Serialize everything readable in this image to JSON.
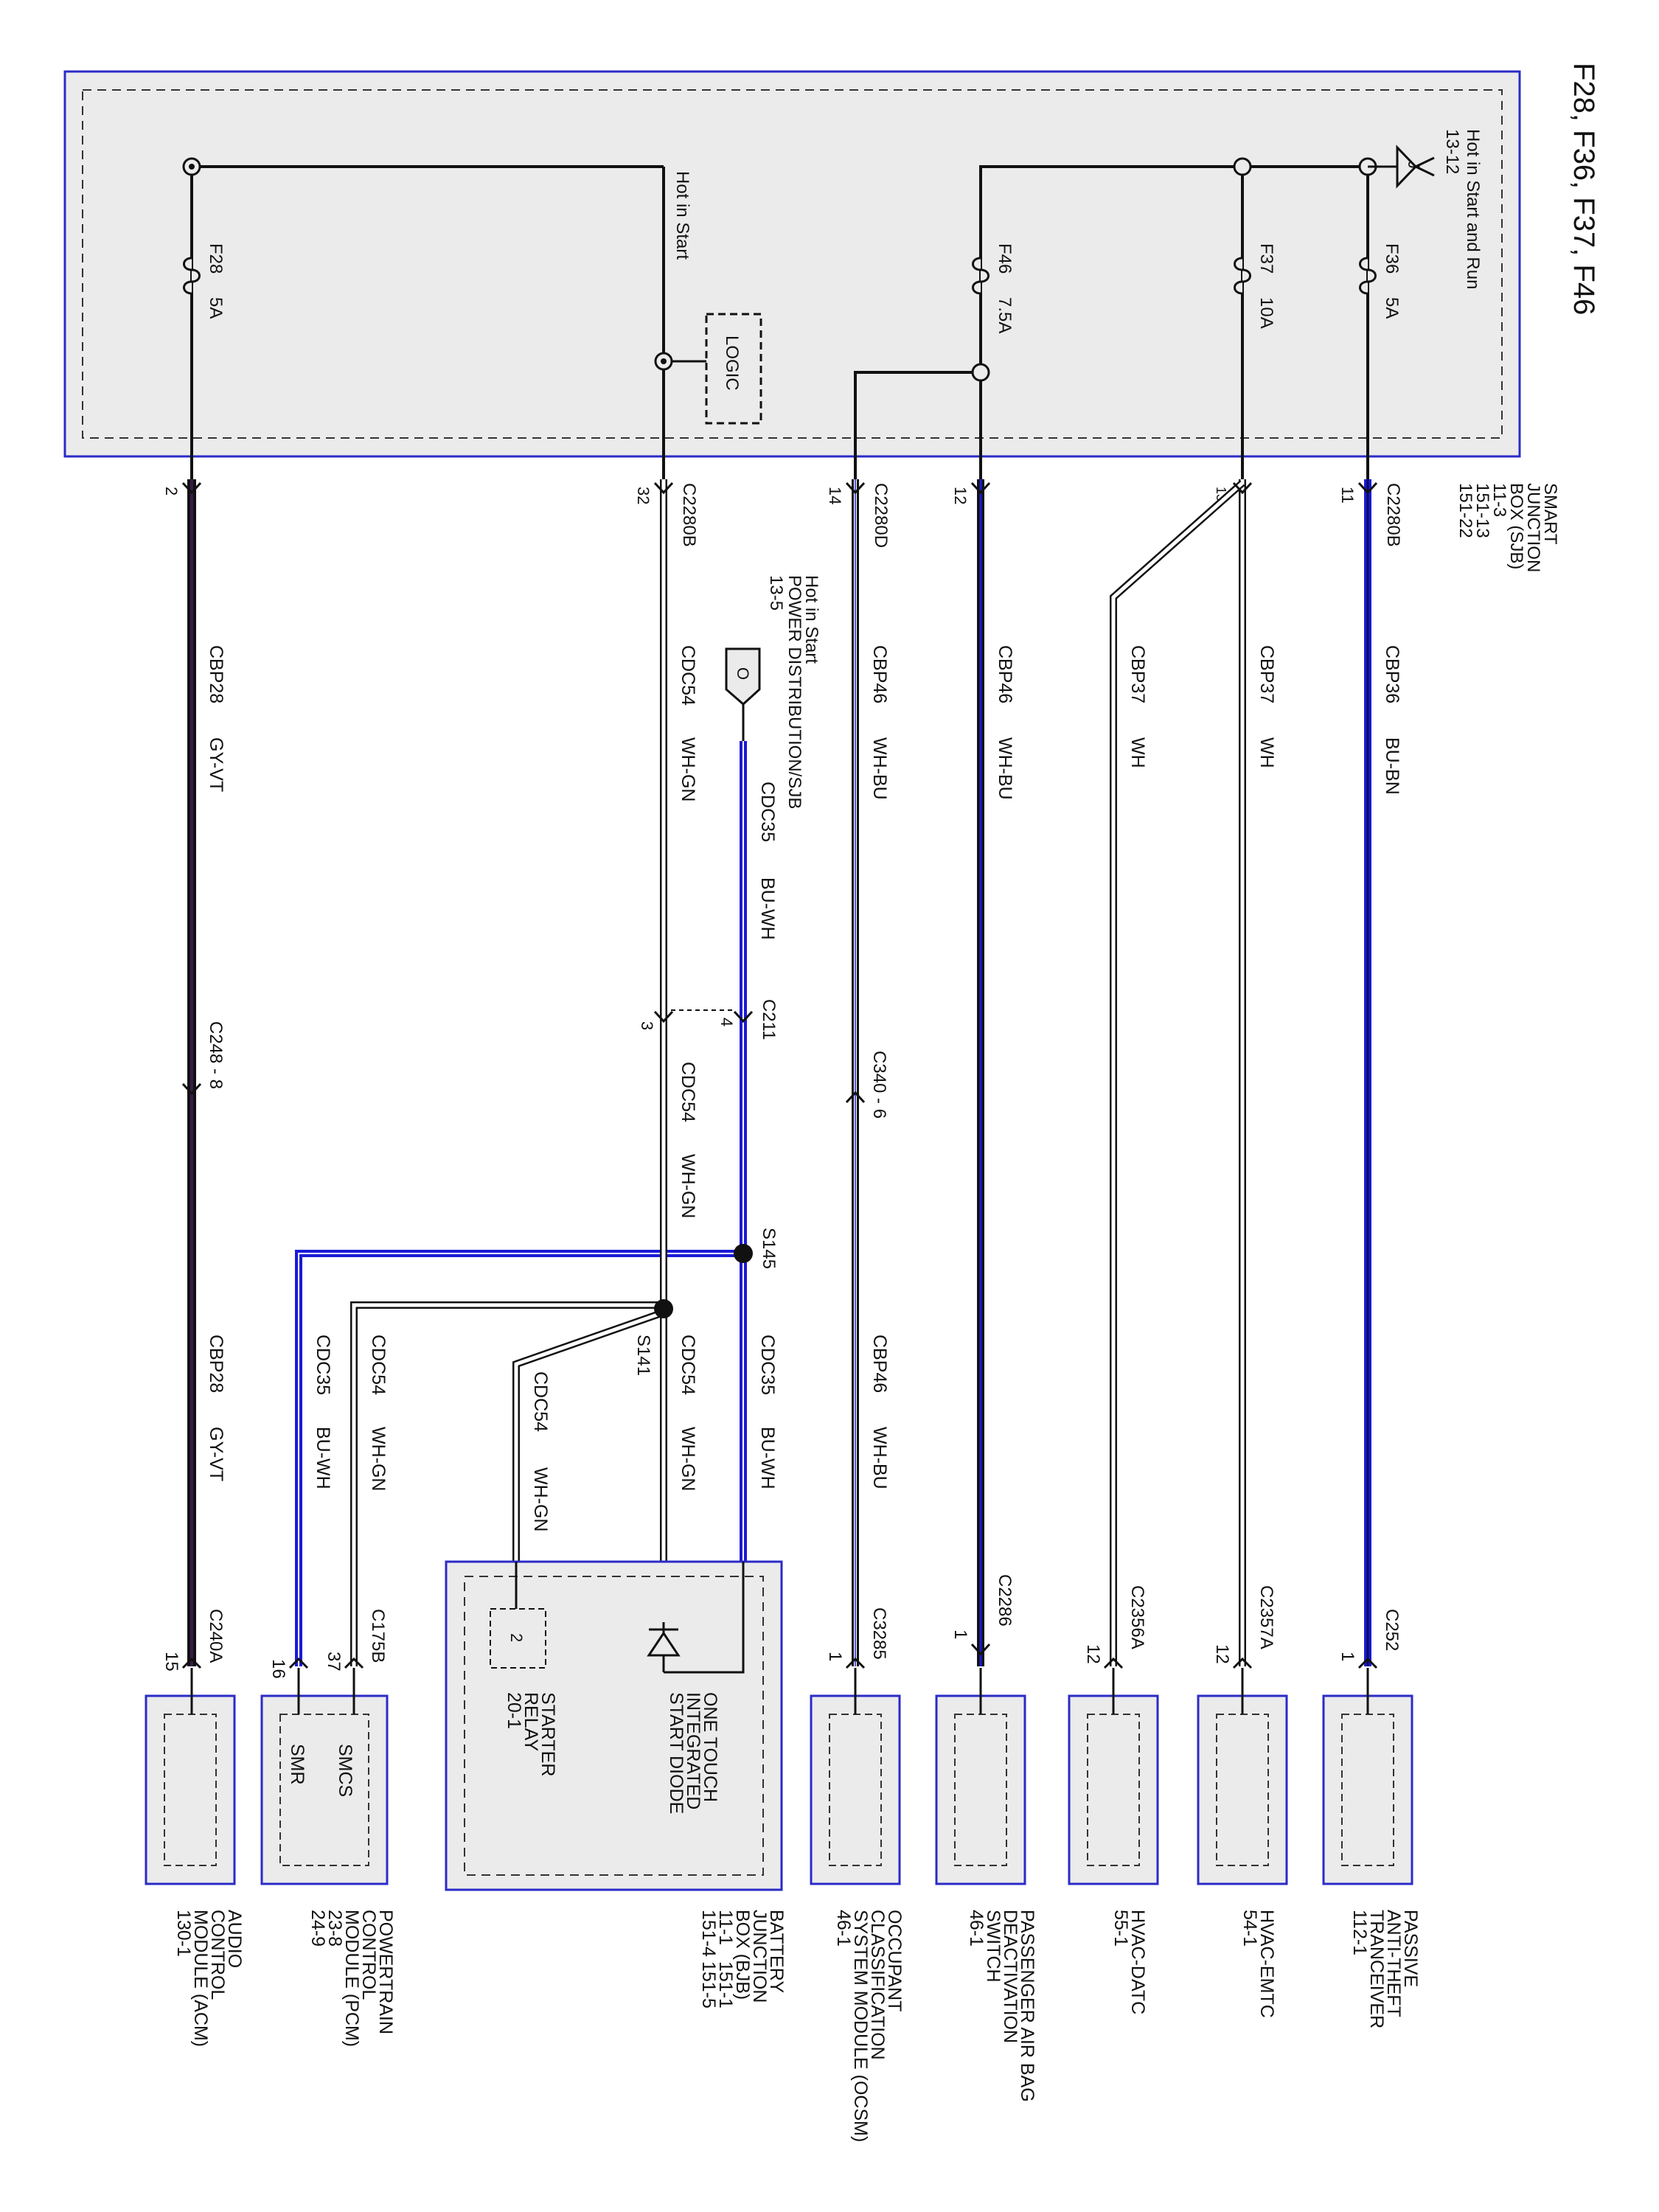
{
  "title": "F28, F36, F37, F46",
  "colors": {
    "sjb_fill": "#ebebeb",
    "sjb_border": "#2b2bc8",
    "blue_wire": "#1a1ad6",
    "black_wire": "#111111",
    "purple_tint": "#3a1a4a",
    "module_fill": "#ebebeb"
  },
  "sjb": {
    "name_lines": [
      "SMART",
      "JUNCTION",
      "BOX (SJB)",
      "11-3",
      "151-13",
      "151-22"
    ],
    "hot_start_run": "Hot in Start and Run",
    "hot_start_run_ref": "13-12",
    "hot_start_run_symbol": "J",
    "hot_in_start": "Hot in Start",
    "logic": "LOGIC"
  },
  "fuses": [
    {
      "id": "F36",
      "rating": "5A"
    },
    {
      "id": "F37",
      "rating": "10A"
    },
    {
      "id": "F46",
      "rating": "7.5A"
    },
    {
      "id": "F28",
      "rating": "5A"
    }
  ],
  "connectors": {
    "c2280b_top": "C2280B",
    "c2280d": "C2280D",
    "c2280b_bottom": "C2280B",
    "c211": "C211",
    "c340": "C340 - 6",
    "c248": "C248 - 8",
    "c252": "C252",
    "c2357a": "C2357A",
    "c2356a": "C2356A",
    "c2286": "C2286",
    "c3285": "C3285",
    "c175b": "C175B",
    "c240a": "C240A"
  },
  "pins": {
    "p11": "11",
    "p13": "13",
    "p12": "12",
    "p14": "14",
    "p32": "32",
    "p2": "2",
    "p4": "4",
    "p3": "3",
    "c252_pin": "1",
    "c2357a_pin": "12",
    "c2356a_pin": "12",
    "c2286_pin": "1",
    "c3285_pin": "1",
    "c175b_pin37": "37",
    "c175b_pin16": "16",
    "c240a_pin": "15",
    "relay_pin": "2"
  },
  "wires": {
    "cbp36": {
      "circuit": "CBP36",
      "color": "BU-BN"
    },
    "cbp37a": {
      "circuit": "CBP37",
      "color": "WH"
    },
    "cbp37b": {
      "circuit": "CBP37",
      "color": "WH"
    },
    "cbp46a": {
      "circuit": "CBP46",
      "color": "WH-BU"
    },
    "cbp46b": {
      "circuit": "CBP46",
      "color": "WH-BU"
    },
    "cbp46c": {
      "circuit": "CBP46",
      "color": "WH-BU"
    },
    "cdc54a": {
      "circuit": "CDC54",
      "color": "WH-GN"
    },
    "cdc54b": {
      "circuit": "CDC54",
      "color": "WH-GN"
    },
    "cdc54c": {
      "circuit": "CDC54",
      "color": "WH-GN"
    },
    "cdc54d": {
      "circuit": "CDC54",
      "color": "WH-GN"
    },
    "cdc54e": {
      "circuit": "CDC54",
      "color": "WH-GN"
    },
    "cdc35a": {
      "circuit": "CDC35",
      "color": "BU-WH"
    },
    "cdc35b": {
      "circuit": "CDC35",
      "color": "BU-WH"
    },
    "cdc35c": {
      "circuit": "CDC35",
      "color": "BU-WH"
    },
    "cbp28a": {
      "circuit": "CBP28",
      "color": "GY-VT"
    },
    "cbp28b": {
      "circuit": "CBP28",
      "color": "GY-VT"
    }
  },
  "power_dist": {
    "line1": "Hot in Start",
    "line2": "POWER DISTRIBUTION/SJB",
    "ref": "13-5",
    "symbol": "O"
  },
  "splices": {
    "s145": "S145",
    "s141": "S141"
  },
  "bjb": {
    "name_lines": [
      "BATTERY",
      "JUNCTION",
      "BOX (BJB)"
    ],
    "refs_line1": [
      "11-1",
      "151-1"
    ],
    "refs_line2": [
      "151-4",
      "151-5"
    ],
    "diode_lines": [
      "ONE TOUCH",
      "INTEGRATED",
      "START DIODE"
    ],
    "relay_lines": [
      "STARTER",
      "RELAY",
      "20-1"
    ]
  },
  "modules": {
    "pats": [
      "PASSIVE",
      "ANTI-THEFT",
      "TRANCEIVER",
      "112-1"
    ],
    "hvac_emtc": [
      "HVAC-EMTC",
      "54-1"
    ],
    "hvac_datc": [
      "HVAC-DATC",
      "55-1"
    ],
    "pad": [
      "PASSENGER AIR BAG",
      "DEACTIVATION",
      "SWITCH",
      "46-1"
    ],
    "ocsm": [
      "OCCUPANT",
      "CLASSIFICATION",
      "SYSTEM MODULE (OCSM)",
      "46-1"
    ],
    "pcm": [
      "POWERTRAIN",
      "CONTROL",
      "MODULE (PCM)",
      "23-8",
      "24-9"
    ],
    "pcm_inner": [
      "SMCS",
      "SMR"
    ],
    "acm": [
      "AUDIO",
      "CONTROL",
      "MODULE (ACM)",
      "130-1"
    ]
  }
}
